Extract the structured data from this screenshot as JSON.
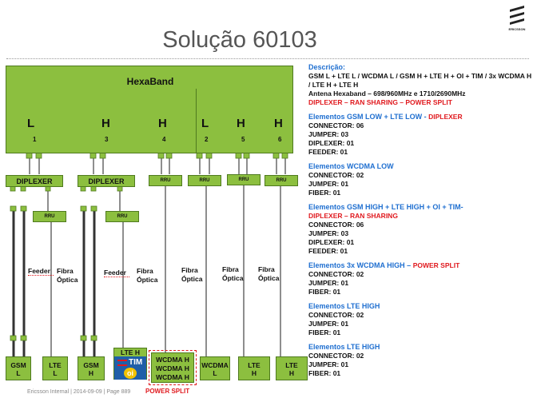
{
  "title": "Solução 60103",
  "antenna": {
    "label": "HexaBand",
    "ports": [
      {
        "band": "L",
        "num": "1"
      },
      {
        "band": "H",
        "num": "3"
      },
      {
        "band": "H",
        "num": "4"
      },
      {
        "band": "L",
        "num": "2"
      },
      {
        "band": "H",
        "num": "5"
      },
      {
        "band": "H",
        "num": "6"
      }
    ]
  },
  "modules": {
    "diplexer_1": "DIPLEXER",
    "diplexer_2": "DIPLEXER",
    "rru": "RRU"
  },
  "cable_labels": {
    "feeder": "Feeder",
    "fibra": "Fibra",
    "optica": "Óptica"
  },
  "bottom_units": {
    "gsm_l": [
      "GSM",
      "L"
    ],
    "lte_l": [
      "LTE",
      "L"
    ],
    "gsm_h": [
      "GSM",
      "H"
    ],
    "lte_h_oi": "LTE H",
    "tim_logo": "TIM",
    "oi_logo": "oi",
    "wcdma_h": [
      "WCDMA H",
      "WCDMA H",
      "WCDMA H"
    ],
    "wcdma_l": [
      "WCDMA",
      "L"
    ],
    "lte_h_1": [
      "LTE",
      "H"
    ],
    "lte_h_2": [
      "LTE",
      "H"
    ]
  },
  "power_split_label": "POWER SPLIT",
  "footer": "Ericsson Internal  |  2014-09-09  |  Page 889",
  "logo_text": "ERICSSON",
  "description": {
    "heading": "Descrição:",
    "line1": "GSM L + LTE L / WCDMA L / GSM H + LTE H + OI + TIM / 3x WCDMA H / LTE H + LTE H",
    "line2": "Antena Hexaband – 698/960MHz  e  1710/2690MHz",
    "line3": "DIPLEXER – RAN SHARING – POWER SPLIT",
    "sections": [
      {
        "title": "Elementos  GSM LOW + LTE LOW - ",
        "title_red": "DIPLEXER",
        "items": [
          "CONNECTOR: 06",
          "JUMPER: 03",
          "DIPLEXER: 01",
          "FEEDER: 01"
        ]
      },
      {
        "title": "Elementos  WCDMA LOW",
        "title_red": "",
        "items": [
          "CONNECTOR: 02",
          "JUMPER: 01",
          "FIBER: 01"
        ]
      },
      {
        "title": "Elementos  GSM HIGH + LTE HIGH + OI + TIM-",
        "title_red": "DIPLEXER – RAN SHARING",
        "items": [
          "CONNECTOR: 06",
          "JUMPER: 03",
          "DIPLEXER: 01",
          "FEEDER: 01"
        ]
      },
      {
        "title": "Elementos  3x WCDMA HIGH – ",
        "title_red": "POWER SPLIT",
        "items": [
          "CONNECTOR: 02",
          "JUMPER: 01",
          "FIBER: 01"
        ]
      },
      {
        "title": "Elementos  LTE HIGH",
        "title_red": "",
        "items": [
          "CONNECTOR: 02",
          "JUMPER: 01",
          "FIBER: 01"
        ]
      },
      {
        "title": "Elementos  LTE HIGH",
        "title_red": "",
        "items": [
          "CONNECTOR: 02",
          "JUMPER: 01",
          "FIBER: 01"
        ]
      }
    ]
  }
}
